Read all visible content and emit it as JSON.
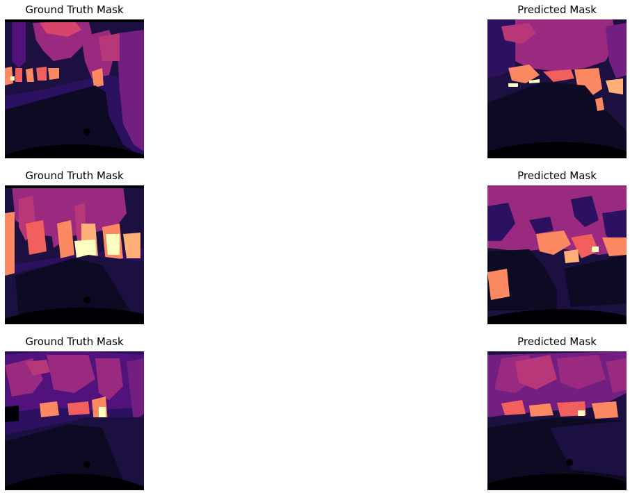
{
  "rows": [
    {
      "ground_truth_title": "Ground Truth Mask",
      "predicted_title": "Predicted Mask"
    },
    {
      "ground_truth_title": "Ground Truth Mask",
      "predicted_title": "Predicted Mask"
    },
    {
      "ground_truth_title": "Ground Truth Mask",
      "predicted_title": "Predicted Mask"
    }
  ],
  "palette": {
    "black": "#000004",
    "road_dark": "#0d0a24",
    "dark_indigo": "#1b1040",
    "indigo": "#2c1160",
    "purple": "#51127c",
    "violet": "#721f81",
    "magenta": "#9a2a7f",
    "pink": "#b73779",
    "rose": "#d8456c",
    "coral": "#f1605d",
    "orange": "#fc8961",
    "peach": "#feb078",
    "cream": "#fcfdbf"
  }
}
